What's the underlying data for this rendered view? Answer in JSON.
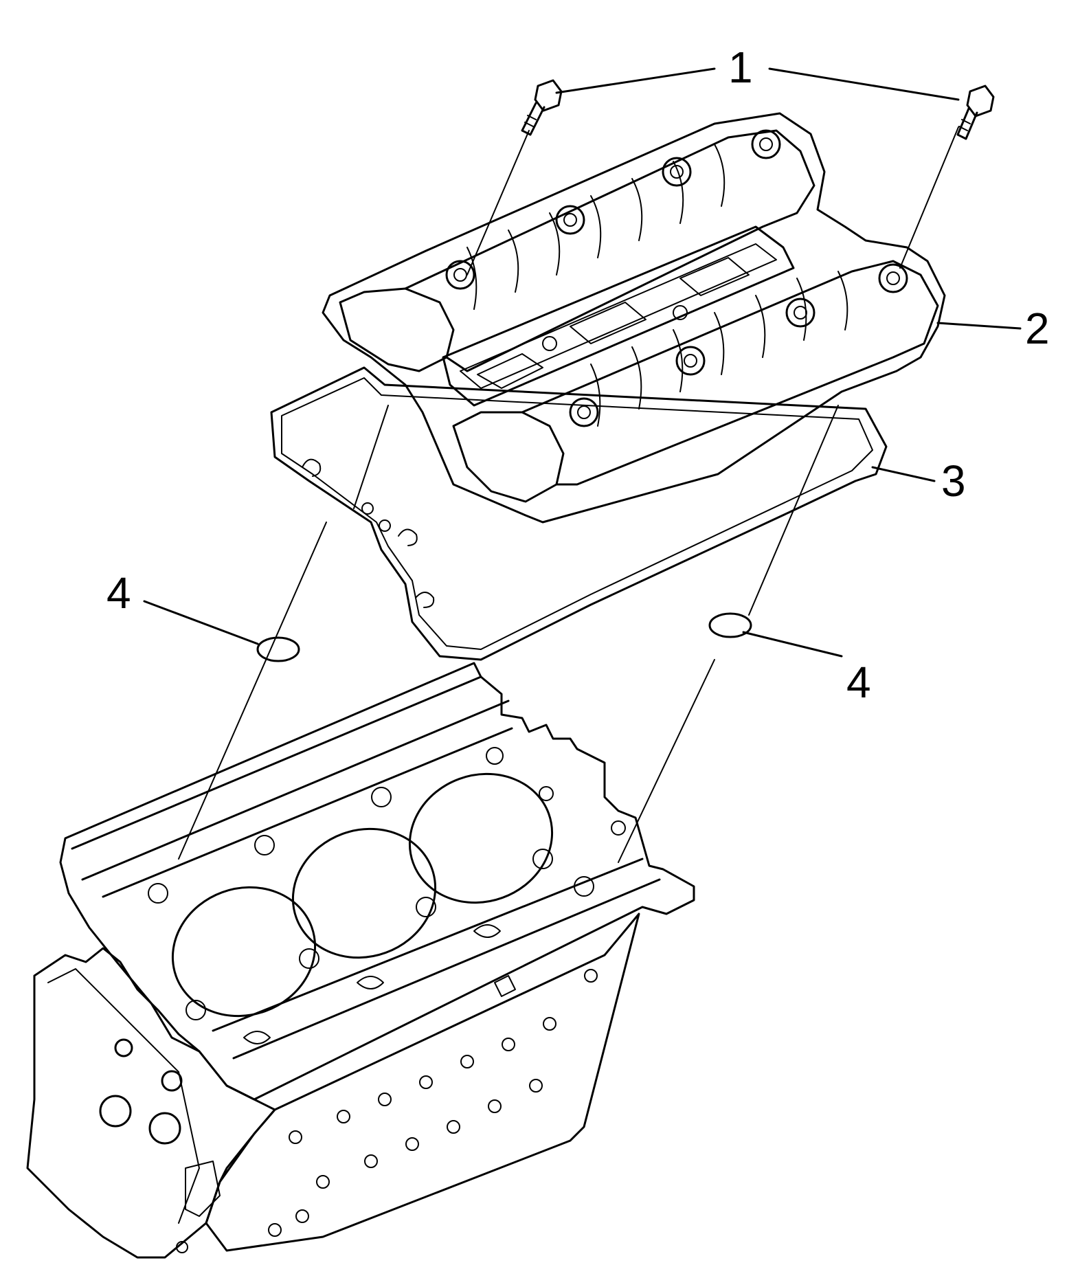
{
  "figure": {
    "description_labels": [
      {
        "id": "1",
        "text": "1"
      },
      {
        "id": "2",
        "text": "2"
      },
      {
        "id": "3",
        "text": "3"
      },
      {
        "id": "4a",
        "text": "4"
      },
      {
        "id": "4b",
        "text": "4"
      }
    ]
  },
  "colors": {
    "line": "#000000",
    "background": "#ffffff"
  }
}
